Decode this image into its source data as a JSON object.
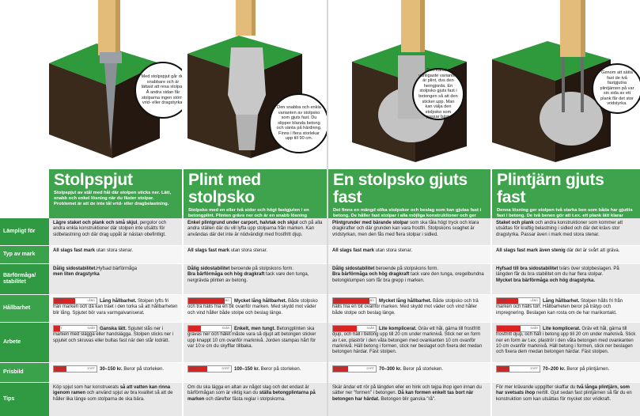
{
  "columns": [
    {
      "title": "Stolpspjut",
      "intro": "Stolpspjut av stål med hål där stolpen sticks ner. Lätt, snabb och enkel lösning när du fäster stolpar. Problemet är att de inte tål vrid- eller dragbelastning.",
      "bubble": "Med stolpspjut går det snabbare och är lättast att resa stolpar. Å andra sidan får stolparna ingen större vrid- eller dragstyrka."
    },
    {
      "title": "Plint med stolpsko",
      "intro": "Stolpsko med en eller två sidor och högt fastgjuten i en betongplint. Plinten grävs ner och är en snabb lösning eftersom du slipper blanda och vänta på härdning av betong.",
      "bubble": "Den snabba och enkla varianten av stolpsko som gjuts fast. Du slipper blanda betong och vänta på härdning. Finns i flera storlekar upp till 90 cm."
    },
    {
      "title": "En stolpsko gjuts fast",
      "intro": "Det finns en mängd olika stolpskor och beslag som kan gjutas fast i betong. De håller fast stolpar i alla möjliga konstruktioner och ger stor drag- och tryckstyrka men ger inget stöd i sidled.",
      "bubble": "Den kanske vanligaste varianten är plint, dvs den hemgjorda. En stolpsko gjuts fast i betongen så att den sticker upp. Man kan välja den stolpsko som passar bäst."
    },
    {
      "title": "Plintjärn gjuts fast",
      "intro": "Denna lösning ger stolpen två starka ben som båda har gjutits fast i betong. De två benen gör att t.ex. ett plank lätt klarar hårfiga stormar utan att välta, vilket är svårt med stolpsko.",
      "bubble": "Genom att sätta fast de två fastgjutna plintjärnen på var sin sida av ett plank får det stor vridstyrka."
    }
  ],
  "row_labels": [
    "Lämpligt för",
    "Typ av mark",
    "Bärförmåga/ stabilitet",
    "Hållbarhet",
    "Arbete",
    "Prisbild",
    "Tips"
  ],
  "scale": {
    "hall_left": "KORT",
    "hall_right": "LÅNG",
    "arb_left": "LÄTT",
    "arb_right": "SVÅR",
    "pris_left": "BILLIGT",
    "pris_right": "DYRT"
  },
  "rows": {
    "lampligt": [
      [
        "Lägre staket och plank och små skjul",
        ", pergolor och andra enkla konstruktioner där stolpen inte utsätts för sidbelastning och där drag uppåt är nästan obefintligt."
      ],
      [
        "Enkel plintgrund under carport, halvtak och skjul",
        " och på alla andra ställen där du vill lyfta upp stolparna från marken. Kan användas där det inte är nödvändigt med frostfritt djup."
      ],
      [
        "Plintgrunder med bärande stolpar",
        " som ska tåla högt tryck och klara dragkrafter och där grunden kan vara frostfri. Stolpskons svaghet är vridstyrkan, men den fås med flera stolpar i sidled."
      ],
      [
        "Staket och plank",
        " och andra konstruktioner som kommer att utsättas för kraftig belastning i sidled och där det krävs stor dragstyrka. Passar även i mark med stora stenar."
      ]
    ],
    "mark": [
      [
        "All slags fast mark",
        " utan stora stenar."
      ],
      [
        "All slags fast mark",
        " utan stora stenar."
      ],
      [
        "All slags fast mark",
        " utan stora stenar."
      ],
      [
        "All slags fast mark även stenig",
        " där det är svårt att gräva."
      ]
    ],
    "barformaga": [
      [
        "Dålig sidostabilitet.",
        "Hyfsad bärförmåga",
        " men liten dragstyrka"
      ],
      [
        "Dålig sidostabilitet",
        " beroende på stolpskons form.",
        "Bra bärförmåga och hög dragkraft",
        " tack vare den tunga, nergrävda plinten av betong."
      ],
      [
        "Dålig sidostabilitet",
        " beroende på stolpskons form.",
        "Bra bärförmåga och hög dragkraft",
        " tack vare den tunga, oregelbundna betongklumpen som får bra grepp i marken."
      ],
      [
        "Hyfsad till bra sidostabilitet",
        " tvärs över stolpbeslagen. På längden får du bra stabilitet om du har flera stolpar.",
        "Mycket bra bärförmåga och hög dragstyrka.",
        ""
      ]
    ],
    "hallbarhet": [
      {
        "level": 0.5,
        "bold": "Lång hållbarhet.",
        "text": " Stolpen lyfts fri från marken och då kan träet i den torka så att hållbarheten blir lång. Spjutet bör vara varmgalvaniserat."
      },
      {
        "level": 0.85,
        "bold": "Mycket lång hållbarhet.",
        "text": " Både stolpsko och trä hålls fria en bit ovanför marken. Med skydd mot väder och vind håller både stolpe och beslag länge."
      },
      {
        "level": 0.85,
        "bold": "Mycket lång hållbarhet.",
        "text": " Både stolpsko och trä hålls fria en bit ovanför marken. Med skydd mot väder och vind håller både stolpe och beslag länge."
      },
      {
        "level": 0.5,
        "bold": "Lång hållbarhet.",
        "text": " Stolpen hålls fri från marken och hålls torr. Hållbarheten beror på trätyp och impregnering. Beslagen kan rosta om de har marikontakt."
      }
    ],
    "arbete": [
      {
        "level": 0.15,
        "bold": "Ganska lätt.",
        "text": " Spjutet slås ner i marken med slägga eller handslägga. Stolpen sticks ner i spjutet och skruvas eller bultas fast när den står lodrätt."
      },
      {
        "level": 0.3,
        "bold": "Enkelt, men tungt.",
        "text": " Betongplinten ska grävas ner och hålet måste vara så djupt att betongen sticker upp knappt 10 cm ovanför marknivå. Jorden stampas hårt för var 10:e cm du skyfflar tillbaka."
      },
      {
        "level": 0.55,
        "bold": "Lite komplicerat.",
        "text": " Gräv ett hål, gärna till frostfritt djup, och häll i betong upp till 20 cm under marknivå. Stick ner en form av t.ex. plaströr i den våta betongen med ovankanten 10 cm ovanför marknivå. Häll betong i formen, stick ner beslaget och fixera det medan betongen härdar. Fäst stolpen."
      },
      {
        "level": 0.55,
        "bold": "Lite komplicerat.",
        "text": " Gräv ett hål, gärna till frostfritt djup, och häll i betong upp till 20 cm under marknivå. Stick ner en form av t.ex. plaströr i den våta betongen med ovankanten 10 cm ovanför marknivå. Häll betong i formen, stick ner beslagen och fixera dem medan betongen härdar. Fäst stolpen."
      }
    ],
    "prisbild": [
      {
        "level": 0.3,
        "bold": "30–150 kr.",
        "text": " Beror på storleken."
      },
      {
        "level": 0.45,
        "bold": "100–150 kr.",
        "text": " Beror på storleken."
      },
      {
        "level": 0.35,
        "bold": "70–300 kr.",
        "text": " Beror på storleken."
      },
      {
        "level": 0.3,
        "bold": "70–200 kr.",
        "text": " Beror på plintjärnen."
      }
    ],
    "tips": [
      [
        "Köp spjut som har konstruerats ",
        "så att vatten kan rinna igenom ramen",
        " och använd spjut av bra kvalitet så att de håller lika länge som stolparna de ska bära."
      ],
      [
        "Om du ska lägga en altan av något slag och det endast är bärförmågan som är viktig kan du ",
        "ställa betongplintarna på marken",
        " och därefter fästa reglar i stolpskorna."
      ],
      [
        "Skär ändar ett rör på längden eller en hink och tejpa ihop igen innan du sätter ner \"formen\" i betongen. ",
        "Då kan formen enkelt tas bort när betongen har härdat.",
        " Betongen blir ganska \"rå\"."
      ],
      [
        "För mer krävande uppgifter skaffar du ",
        "två långa plintjärn, som har svetsats ihop",
        " nertill. Gjut sedan fast plintjärnen så får du en konstruktion som kan utsättas för mycket stor vridkraft."
      ]
    ]
  }
}
